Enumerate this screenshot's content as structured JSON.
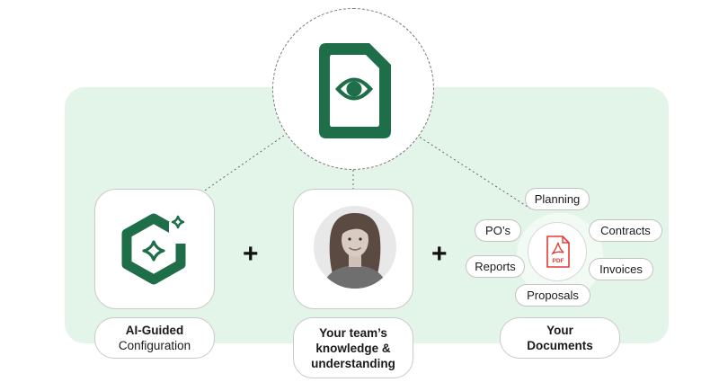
{
  "nodes": {
    "ai": {
      "label_line1": "AI-Guided",
      "label_line2": "Configuration"
    },
    "team": {
      "label_line1": "Your team’s",
      "label_line2": "knowledge &",
      "label_line3": "understanding"
    },
    "docs": {
      "label_line1": "Your",
      "label_line2": "Documents",
      "pdf_badge": "PDF",
      "tags": [
        "Planning",
        "PO’s",
        "Contracts",
        "Reports",
        "Invoices",
        "Proposals"
      ]
    }
  },
  "operators": {
    "plus1": "+",
    "plus2": "+"
  },
  "icons": {
    "hub": "document-eye-icon",
    "ai": "hexagon-sparkle-icon",
    "team": "person-avatar",
    "docs": "pdf-file-icon"
  },
  "colors": {
    "brand_green": "#1f6e4a",
    "panel_green": "#e3f5e8",
    "pdf_red": "#e53935"
  }
}
